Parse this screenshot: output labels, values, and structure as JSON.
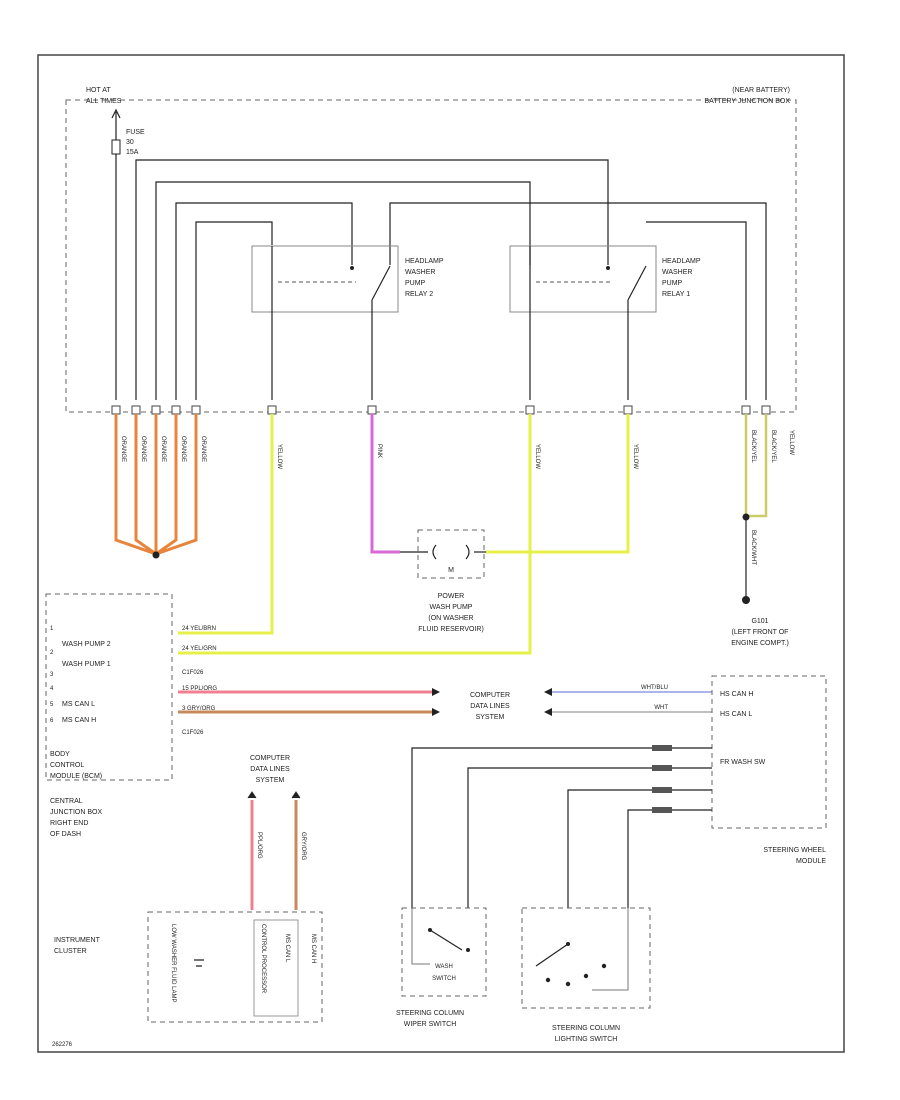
{
  "battery": {
    "hot_line1": "HOT AT",
    "hot_line2": "ALL TIMES",
    "fuse_line1": "FUSE",
    "fuse_line2": "30",
    "fuse_line3": "15A",
    "box_line1": "(NEAR BATTERY)",
    "box_line2": "BATTERY JUNCTION BOX"
  },
  "relays": {
    "relay2": [
      "HEADLAMP",
      "WASHER",
      "PUMP",
      "RELAY 2"
    ],
    "relay1": [
      "HEADLAMP",
      "WASHER",
      "PUMP",
      "RELAY 1"
    ]
  },
  "wires": {
    "orange_group": [
      "ORANGE",
      "ORANGE",
      "ORANGE",
      "ORANGE",
      "ORANGE"
    ],
    "yellow1": "YELLOW",
    "pink": "PINK",
    "yellow2": "YELLOW",
    "yellow3": "YELLOW",
    "ground_right1": "BLACK/YEL",
    "ground_right2": "BLACK/YEL",
    "ground_right_side": "YELLOW",
    "ground_lower": "BLACK/WHT"
  },
  "pump": {
    "line1": "POWER",
    "line2": "WASH PUMP",
    "line3": "(ON WASHER",
    "line4": "FLUID RESERVOIR)",
    "symbol": "M"
  },
  "ground": {
    "line1": "G101",
    "line2": "(LEFT FRONT OF",
    "line3": "ENGINE COMPT.)"
  },
  "bcm": {
    "pins": [
      "WASH PUMP 2",
      "WASH PUMP 1",
      "MS CAN L",
      "MS CAN H"
    ],
    "pin_numbers": [
      "1",
      "2",
      "3",
      "4",
      "5",
      "6"
    ],
    "wire1": "24  YEL/BRN",
    "wire2": "24  YEL/GRN",
    "connector1": "C1F026",
    "wire3": "15  PPL/ORG",
    "wire4": "3   GRY/ORG",
    "connector2": "C1F026",
    "label_line1": "BODY",
    "label_line2": "CONTROL",
    "label_line3": "MODULE (BCM)",
    "location_line1": "CENTRAL",
    "location_line2": "JUNCTION BOX",
    "location_line3": "RIGHT END",
    "location_line4": "OF DASH"
  },
  "data_lines": {
    "center_line1": "COMPUTER",
    "center_line2": "DATA LINES",
    "center_line3": "SYSTEM",
    "right_wire1": "WHT/BLU",
    "right_wire2": "WHT",
    "left_line1": "COMPUTER",
    "left_line2": "DATA LINES",
    "left_line3": "SYSTEM"
  },
  "sw_module": {
    "pins": [
      "HS CAN H",
      "HS CAN L",
      "FR WASH SW"
    ],
    "label_line1": "STEERING WHEEL",
    "label_line2": "MODULE"
  },
  "cluster": {
    "label_line1": "INSTRUMENT",
    "label_line2": "CLUSTER",
    "inner1": "LOW WASHER FLUID LAMP",
    "inner2": "CONTROL PROCESSOR",
    "inner3": "MS CAN L",
    "inner4": "MS CAN H",
    "wire_left": "PPL/ORG",
    "wire_right": "GRY/ORG"
  },
  "wiper_switch": {
    "inner_line1": "WASH",
    "inner_line2": "SWITCH",
    "label_line1": "STEERING COLUMN",
    "label_line2": "WIPER SWITCH"
  },
  "lighting_switch": {
    "label_line1": "STEERING COLUMN",
    "label_line2": "LIGHTING SWITCH"
  },
  "footer": {
    "code": "262276"
  },
  "colors": {
    "orange": "#e8843c",
    "yellow": "#e6f048",
    "pink": "#d86ad8",
    "salmon": "#f08090",
    "brown": "#c8885a",
    "blue": "#7a86e0",
    "wire": "#222222",
    "box": "#666666"
  }
}
